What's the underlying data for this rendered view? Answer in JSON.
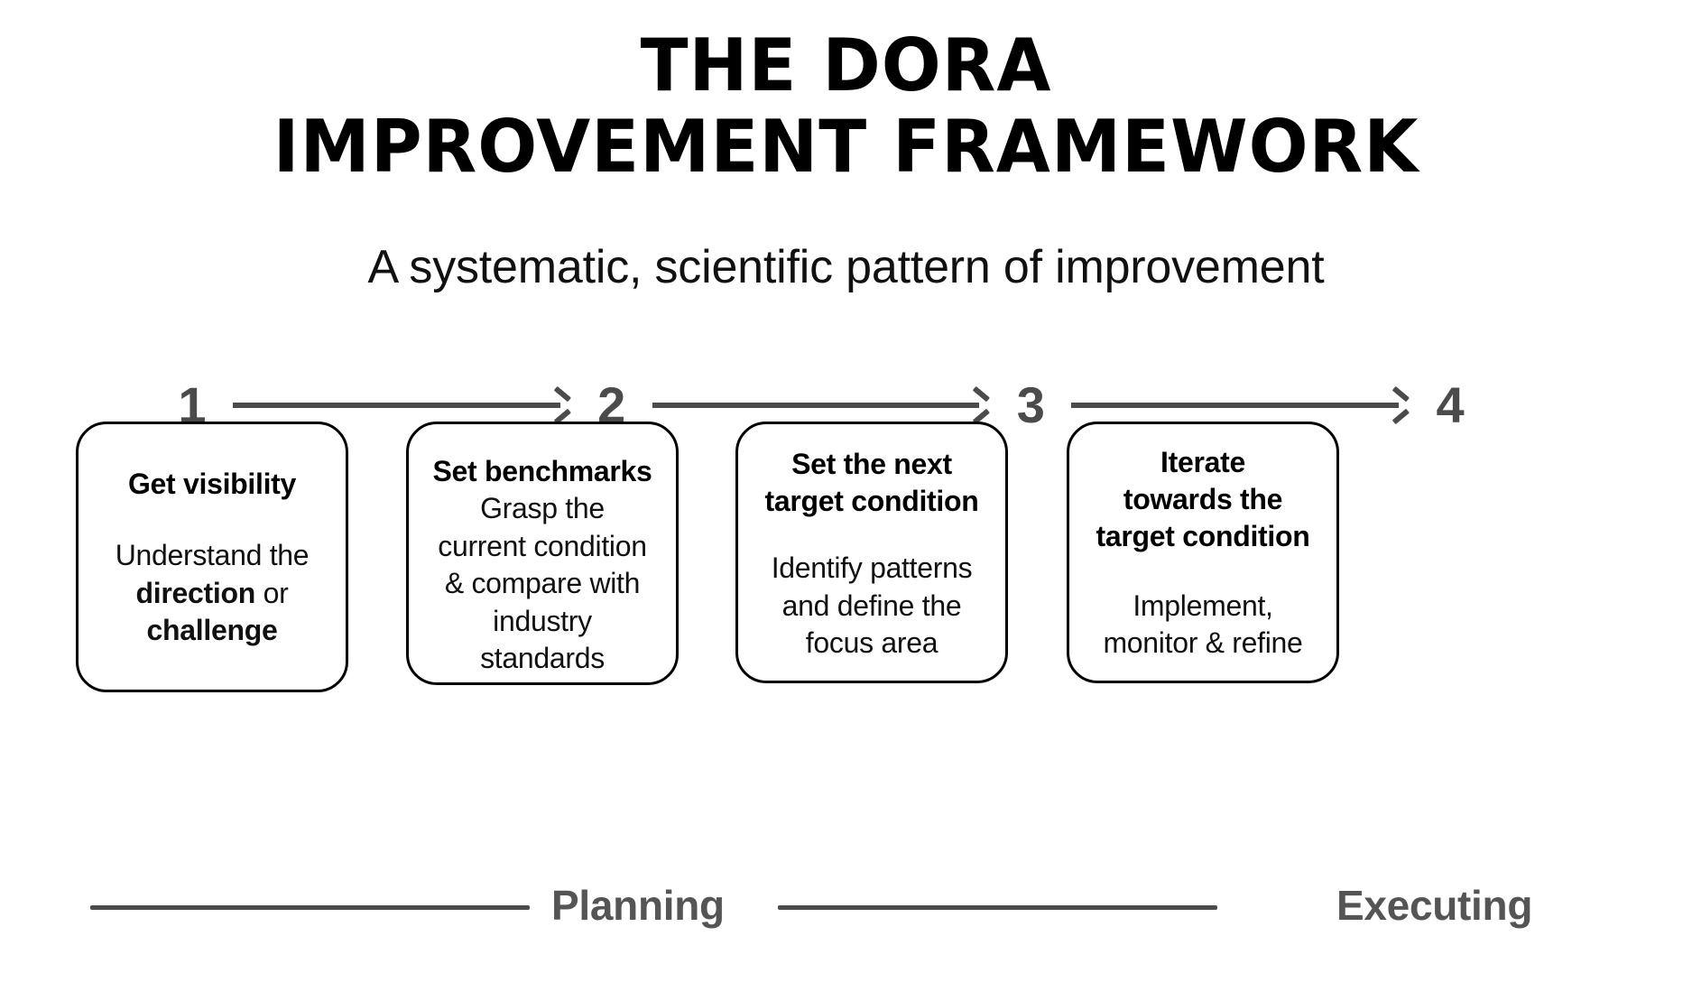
{
  "header": {
    "title_lines": [
      "THE DORA",
      "IMPROVEMENT FRAMEWORK"
    ],
    "title_line_1": "THE DORA",
    "title_line_2": "IMPROVEMENT FRAMEWORK",
    "subtitle": "A systematic, scientific pattern of improvement"
  },
  "steps": [
    {
      "number": "1"
    },
    {
      "number": "2"
    },
    {
      "number": "3"
    },
    {
      "number": "4"
    }
  ],
  "cards": [
    {
      "step": "1",
      "title": "Get visibility",
      "body_plain": "Understand the direction or challenge",
      "body_line_1": "Understand the",
      "body_bold_1": "direction",
      "body_mid_1": " or",
      "body_bold_2": "challenge"
    },
    {
      "step": "2",
      "title": "Set benchmarks",
      "body_plain": "Grasp the current condition & compare with industry standards",
      "body_line_1": "Grasp the",
      "body_line_2": "current condition",
      "body_line_3": "& compare with",
      "body_line_4": "industry",
      "body_line_5": "standards"
    },
    {
      "step": "3",
      "title_line_1": "Set the next",
      "title_line_2": "target condition",
      "title": "Set the next target condition",
      "body_plain": "Identify patterns and define the focus area",
      "body_line_1": "Identify patterns",
      "body_line_2": "and define the",
      "body_line_3": "focus area"
    },
    {
      "step": "4",
      "title_line_1": "Iterate",
      "title_line_2": "towards the",
      "title_line_3": "target condition",
      "title": "Iterate towards the target condition",
      "body_plain": "Implement, monitor & refine",
      "body_line_1": "Implement,",
      "body_line_2": "monitor & refine"
    }
  ],
  "phases": [
    {
      "label": "Planning"
    },
    {
      "label": "Executing"
    }
  ],
  "colors": {
    "background": "#ffffff",
    "text": "#000000",
    "accent_gray": "#4b4b4b",
    "phase_label_gray": "#555555",
    "card_border": "#000000"
  }
}
